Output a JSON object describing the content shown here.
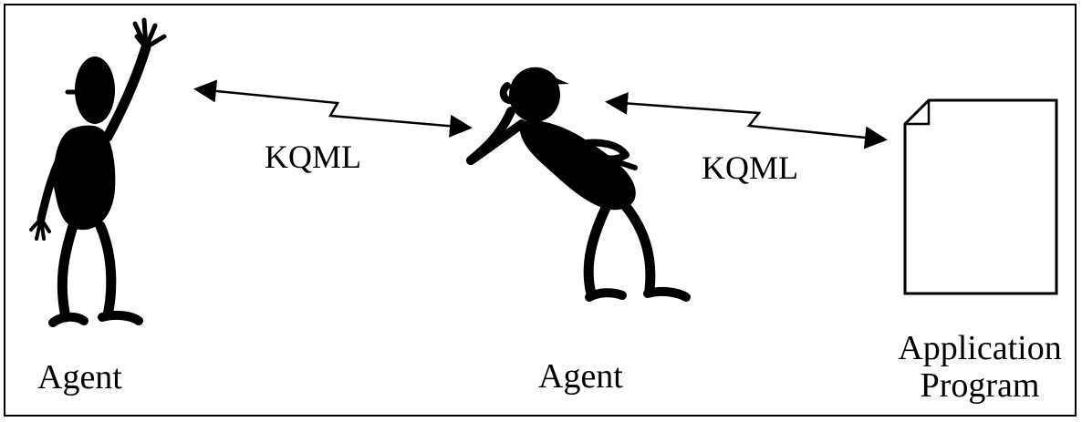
{
  "labels": {
    "agent_left": "Agent",
    "agent_middle": "Agent",
    "kqml_left": "KQML",
    "kqml_right": "KQML",
    "application_line1": "Application",
    "application_line2": "Program"
  },
  "colors": {
    "ink": "#000000",
    "background": "#ffffff"
  },
  "icons": {
    "left_agent": "waving-figure-icon",
    "middle_agent": "listening-figure-icon",
    "application": "document-page-icon"
  }
}
